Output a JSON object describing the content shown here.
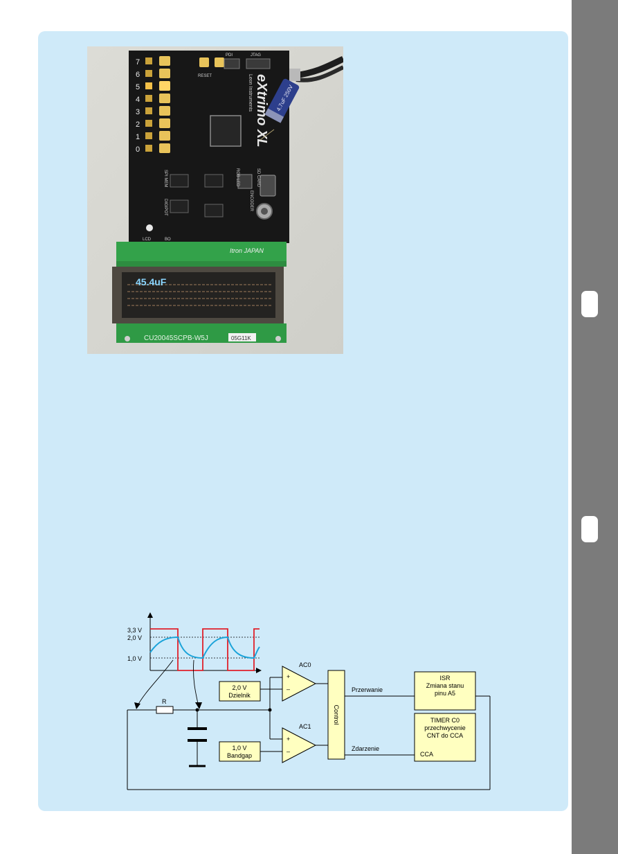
{
  "colors": {
    "panel_bg": "#cfeaf9",
    "side_bar": "#7b7b7b",
    "block_fill": "#ffffc0",
    "square_wave": "#e0202a",
    "rc_curve": "#1aa3d9"
  },
  "photo": {
    "board_name": "eXtrimo XL",
    "board_subtitle": "Leon Instruments",
    "display_reading": "45.4uF",
    "display_brand": "Itron JAPAN",
    "display_model": "CU20045SCPB-W5J",
    "display_sticker": "05G11K",
    "led_numbers": [
      "7",
      "6",
      "5",
      "4",
      "3",
      "2",
      "1",
      "0"
    ],
    "header_labels": [
      "PDI",
      "JTAG"
    ],
    "silk_labels": [
      "SPI MEM",
      "DIGIPOT",
      "SD CARD",
      "ENCODER",
      "RGB LED",
      "RESET",
      "LCD",
      "BO"
    ],
    "cap_label": "4.7uF 250V"
  },
  "diagram": {
    "voltage_labels": [
      "3,3 V",
      "2,0 V",
      "1,0 V"
    ],
    "resistor_label": "R",
    "ref_top": {
      "line1": "2,0 V",
      "line2": "Dzielnik"
    },
    "ref_bottom": {
      "line1": "1,0 V",
      "line2": "Bandgap"
    },
    "ac0_label": "AC0",
    "ac1_label": "AC1",
    "plus": "+",
    "minus": "–",
    "control_label": "Control",
    "przerwanie_label": "Przerwanie",
    "zdarzenie_label": "Zdarzenie",
    "isr": {
      "line1": "ISR",
      "line2": "Zmiana stanu",
      "line3": "pinu A5"
    },
    "timer": {
      "line1": "TIMER C0",
      "line2": "przechwycenie",
      "line3": "CNT do CCA",
      "line4": "CCA"
    }
  }
}
